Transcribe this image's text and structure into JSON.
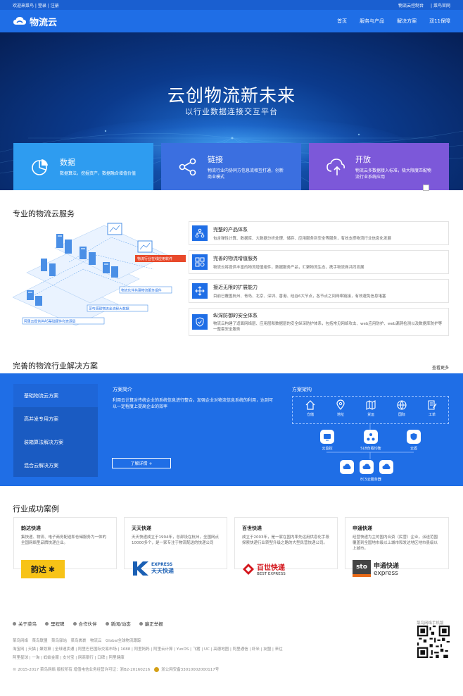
{
  "topbar": {
    "welcome": "欢迎来菜鸟",
    "login": "登录",
    "register": "注册",
    "console": "物流云控制台",
    "official": "菜鸟官网"
  },
  "nav": {
    "logo": "物流云",
    "menu": [
      "首页",
      "服务与产品",
      "解决方案",
      "双11保障"
    ]
  },
  "hero": {
    "title": "云创物流新未来",
    "subtitle": "以行业数据连接交互平台",
    "features": [
      {
        "title": "数据",
        "desc": "数据算法，挖掘资产，数据融合增值价值"
      },
      {
        "title": "链接",
        "desc": "物流行业内协同方信息流相互打通，创新商业模式"
      },
      {
        "title": "开放",
        "desc": "物流云多数据接入标准，极大限度匹配物流行业系统应用"
      }
    ]
  },
  "services": {
    "title": "专业的物流云服务",
    "diagram_labels": [
      "物流行业在线应用软件",
      "物流伙伴共建物流服务组件",
      "菜鸟搭建物流全流程大数据",
      "阿里云提供IAAS基础硬件和资源层"
    ],
    "items": [
      {
        "title": "完整的产品体系",
        "desc": "包含弹性计算、数据库、大数据分析处理、储存、应用服务到安全等服务，有效支撑物流行业信息化发展"
      },
      {
        "title": "完善的物流增值服务",
        "desc": "物流云将提供丰富的物流增值组件，数据服务产品，汇聚物流生态，携手物流商共同发展"
      },
      {
        "title": "接近无限的扩展能力",
        "desc": "目前已覆盖杭州、青岛、北京、深圳、香港、硅谷6大节点，各节点之间网络链接，有效避免信息堵塞"
      },
      {
        "title": "纵深防御的安全体系",
        "desc": "物流云构建了适面网络层、应用层和数据层的安全纵深防护体系，包括常见网络攻击、web应用防护、web漏洞检测以及数据库防护等一整套安全服务"
      }
    ]
  },
  "solutions": {
    "title": "完善的物流行业解决方案",
    "more": "查看更多",
    "tabs": [
      "基础物流云方案",
      "高并发专用方案",
      "装箱算法解决方案",
      "混合云解决方案"
    ],
    "intro_title": "方案简介",
    "intro_text": "利用云计算对传统企业的系统信息进行整合。加强企业对物流信息系统的利用，达到可以一定程度上提高企业的效率",
    "learn_more": "了解详情 +",
    "arch_title": "方案架构",
    "arch_items": [
      "仓储",
      "地址",
      "货运",
      "国际",
      "工单"
    ],
    "nodes": [
      "云监控",
      "SLB负载均衡",
      "云盾",
      "ECS云服务器"
    ]
  },
  "cases": {
    "title": "行业成功案例",
    "items": [
      {
        "name": "韵达快递",
        "desc": "集快递、物流、电子商务配送和仓储服务为一体的全国网络型品牌快递企业。",
        "logo": "韵达"
      },
      {
        "name": "天天快递",
        "desc": "天天快递成立于1994年，总部设在杭州，全国网点10000多个，是一家专注于物流配送的快递公司",
        "logo_a": "EXPRESS",
        "logo_b": "天天快递"
      },
      {
        "name": "百世快递",
        "desc": "成立于2003年，是一家在国内率先运用供息化手段探索快递行业转型升级之路的大型民营快递公司。",
        "logo_a": "百世快递",
        "logo_b": "BEST EXPRESS"
      },
      {
        "name": "申通快递",
        "desc": "经营快递为主的国内合资（民营）企业，派送范围覆盖到全国地市级以上城市和发达地区地市县级以上城市。",
        "logo_a": "申通快递",
        "logo_b": "express",
        "logo_c": "sto"
      }
    ]
  },
  "footer": {
    "links": [
      "关于菜鸟",
      "里程碑",
      "合作伙伴",
      "新闻/动态",
      "廉正举报"
    ],
    "row1": "菜鸟网络　菜鸟联盟　菜鸟驿站　菜鸟裹裹　物流云　Global全球物流跟踪",
    "row2": "淘宝网 | 天猫 | 聚划算 | 全球速卖通 | 阿里巴巴国际交易市场 | 1688 | 阿里妈妈 | 阿里云计算 | YunOS | 飞猪 | UC | 高德地图 | 阿里通信 | 虾米 | 友盟 | 来往",
    "row3": "阿里星球 | 一淘 | 蚂蚁金服 | 支付宝 | 网商银行 | 口碑 | 阿里健康",
    "copyright": "© 2015-2017 菜鸟网络 版权所有 增值电信业务经营许可证：浙B2-20160216",
    "beian": "浙公网安备33010002000117号",
    "qr_label": "菜鸟网络手机版"
  }
}
